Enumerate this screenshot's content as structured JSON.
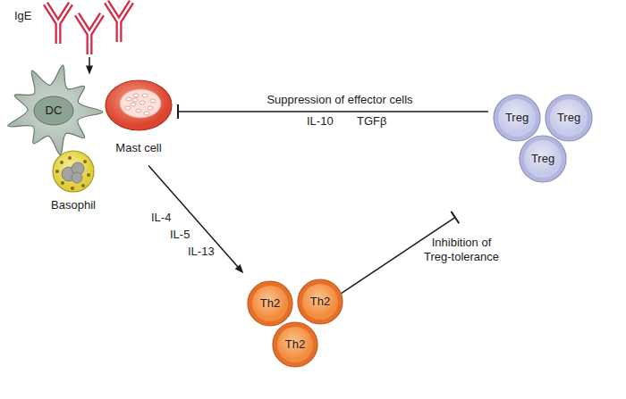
{
  "diagram": {
    "nodes": [
      {
        "text": [
          "IgE"
        ]
      },
      {
        "text": [
          "DC"
        ]
      },
      {
        "text": [
          "Mast cell"
        ]
      },
      {
        "text": [
          "Basophil"
        ]
      },
      {
        "text": [
          "Th2"
        ]
      },
      {
        "text": [
          "Th2"
        ]
      },
      {
        "text": [
          "Th2"
        ]
      },
      {
        "text": [
          "Treg"
        ]
      },
      {
        "text": [
          "Treg"
        ]
      },
      {
        "text": [
          "Treg"
        ]
      }
    ],
    "edges": [
      {
        "from": 0,
        "to": 1,
        "arrow": "to"
      },
      {
        "from": 2,
        "to": 4,
        "arrow": "to"
      },
      {
        "from": 5,
        "to": 9,
        "label": "Inhibition of Treg-tolerance",
        "arrow": "to"
      },
      {
        "from": 7,
        "to": 2,
        "label": "Suppression of effector cells",
        "arrow": "to"
      }
    ],
    "labels": [
      "IL-10",
      "TGFβ",
      "IL-4",
      "IL-5",
      "IL-13"
    ]
  }
}
